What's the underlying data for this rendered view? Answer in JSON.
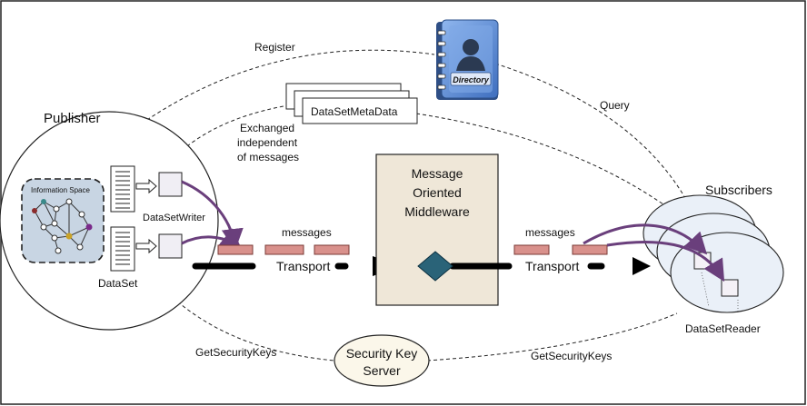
{
  "labels": {
    "publisher": "Publisher",
    "information_space": "Information Space",
    "dataset": "DataSet",
    "datasetwriter": "DataSetWriter",
    "register": "Register",
    "directory": "Directory",
    "query": "Query",
    "datasetmetadata": "DataSetMetaData",
    "exchanged_1": "Exchanged",
    "exchanged_2": "independent",
    "exchanged_3": "of messages",
    "messages_left": "messages",
    "transport_left": "Transport",
    "mom_1": "Message",
    "mom_2": "Oriented",
    "mom_3": "Middleware",
    "messages_right": "messages",
    "transport_right": "Transport",
    "subscribers": "Subscribers",
    "datasetreader": "DataSetReader",
    "getsecuritykeys_left": "GetSecurityKeys",
    "getsecuritykeys_right": "GetSecurityKeys",
    "security_1": "Security Key",
    "security_2": "Server"
  },
  "icons": {
    "directory_book": "directory-book-icon",
    "person": "person-silhouette-icon"
  },
  "colors": {
    "message_block": "#d9918c",
    "mom_box": "#efe7d8",
    "info_space": "#c8d5e3",
    "subscriber_fill": "#eaf0f8",
    "directory_blue": "#5b8fd6",
    "diamond": "#2a6378",
    "flow_arrow": "#6a3f7c"
  }
}
